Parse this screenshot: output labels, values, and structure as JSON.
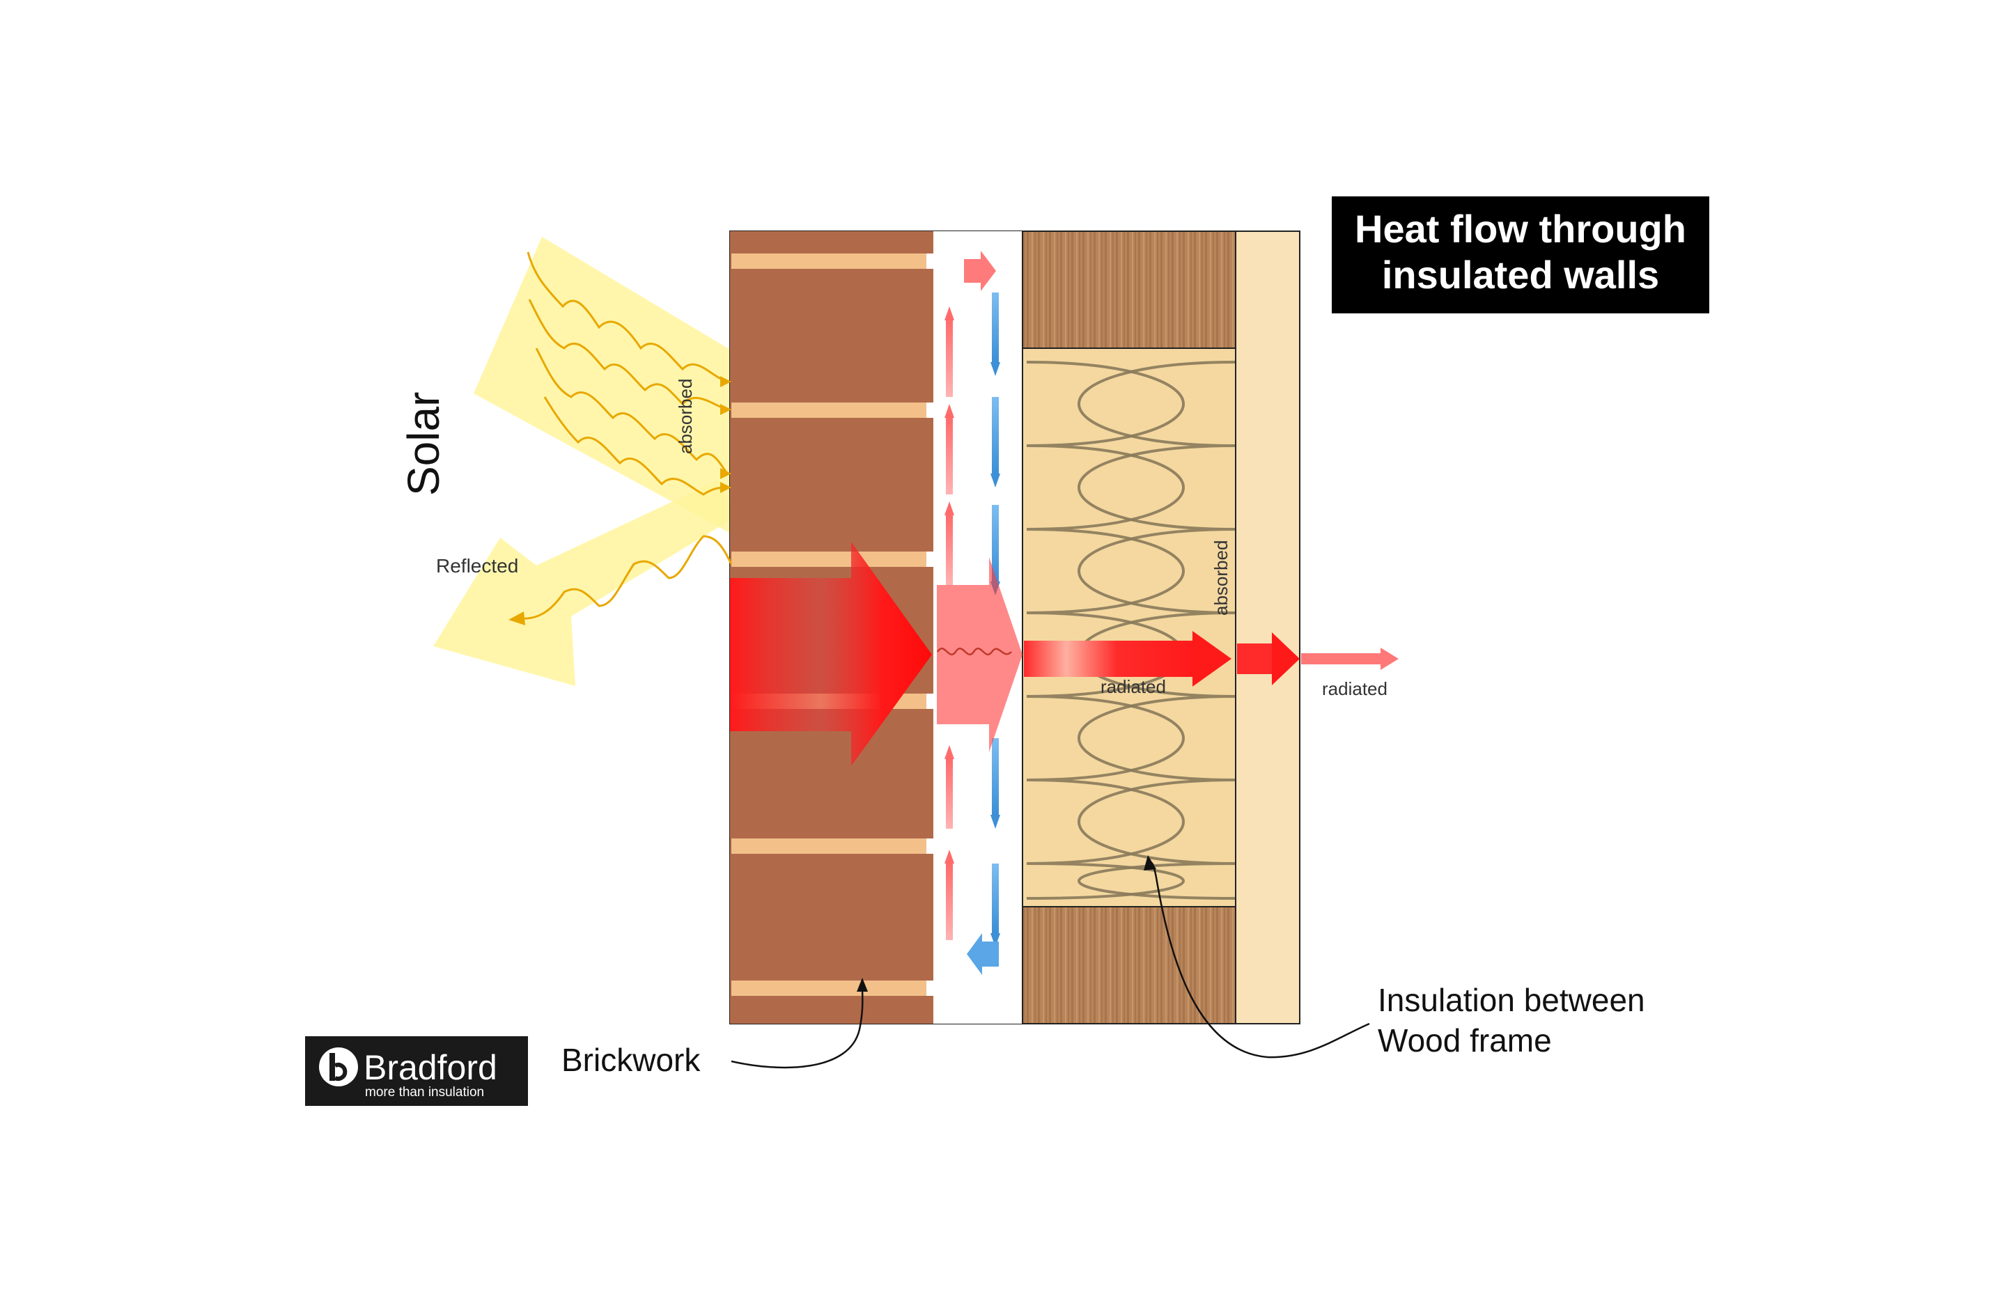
{
  "title": {
    "line1": "Heat flow through",
    "line2": "insulated walls"
  },
  "labels": {
    "solar": "Solar",
    "absorbed_brick": "absorbed",
    "reflected": "Reflected",
    "absorbed_insulation": "absorbed",
    "radiated_inner": "radiated",
    "radiated_outer": "radiated",
    "brickwork": "Brickwork",
    "insulation_line1": "Insulation between",
    "insulation_line2": "Wood frame"
  },
  "logo": {
    "brand": "Bradford",
    "tagline": "more than insulation"
  },
  "colors": {
    "brick": "#b06a4a",
    "mortar": "#f3c08a",
    "insulation": "#f4d8a0",
    "plasterboard": "#f9e2b8",
    "wood": "#b8845a",
    "heat_red": "#ff2a2a",
    "air_blue": "#4a9fe0",
    "solar_yellow": "#fff59c"
  }
}
